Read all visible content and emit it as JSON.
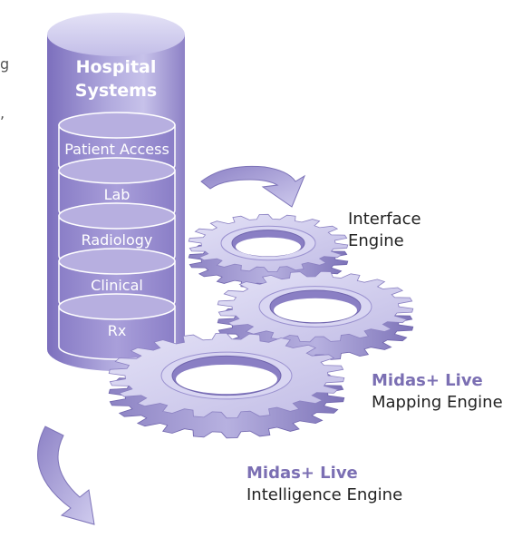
{
  "cylinder": {
    "title_line1": "Hospital",
    "title_line2": "Systems",
    "segments": [
      "Patient Access",
      "Lab",
      "Radiology",
      "Clinical",
      "Rx"
    ]
  },
  "engines": {
    "interface": {
      "line1": "Interface",
      "line2": "Engine"
    },
    "mapping": {
      "brand": "Midas+ Live",
      "name": "Mapping Engine"
    },
    "intelligence": {
      "brand": "Midas+ Live",
      "name": "Intelligence Engine"
    }
  },
  "edge_text": {
    "line1": "g",
    "line2": ","
  },
  "colors": {
    "accent": "#7b6fb3",
    "cylinder_light": "#c9c6ea",
    "cylinder_dark": "#6d5fb0",
    "gear_light": "#d6d4ef",
    "gear_dark": "#7d73b8"
  }
}
